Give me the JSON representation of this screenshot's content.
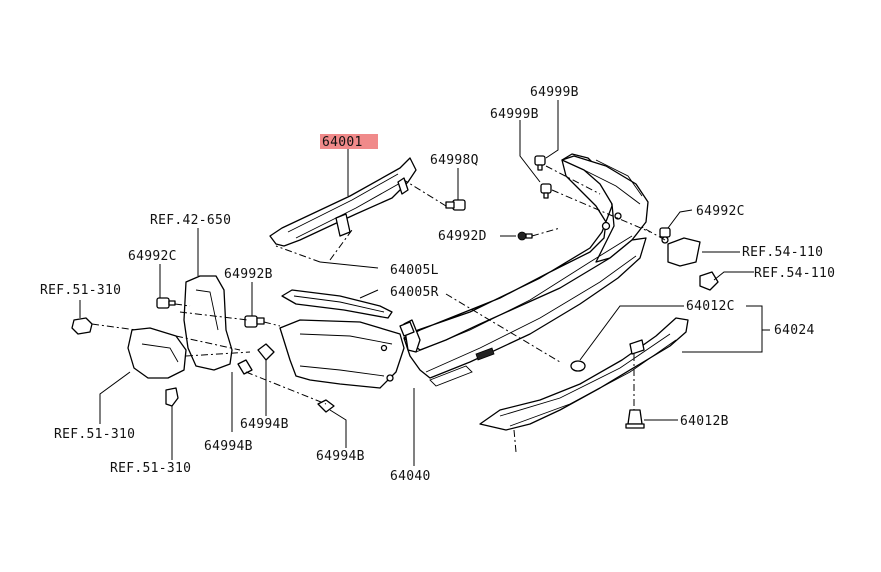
{
  "highlight_color": "#f08a8a",
  "labels": {
    "p64001": "64001",
    "p64998Q": "64998Q",
    "p64999B_top": "64999B",
    "p64999B_mid": "64999B",
    "p64992C_right": "64992C",
    "ref54_110_a": "REF.54-110",
    "ref54_110_b": "REF.54-110",
    "p64992D": "64992D",
    "ref42_650": "REF.42-650",
    "p64992C_left": "64992C",
    "p64992B": "64992B",
    "p64005L": "64005L",
    "p64005R": "64005R",
    "ref51_310_a": "REF.51-310",
    "p64012C": "64012C",
    "p64024": "64024",
    "ref51_310_b": "REF.51-310",
    "p64994B_a": "64994B",
    "p64994B_b": "64994B",
    "p64994B_c": "64994B",
    "ref51_310_c": "REF.51-310",
    "p64012B": "64012B",
    "p64040": "64040"
  }
}
